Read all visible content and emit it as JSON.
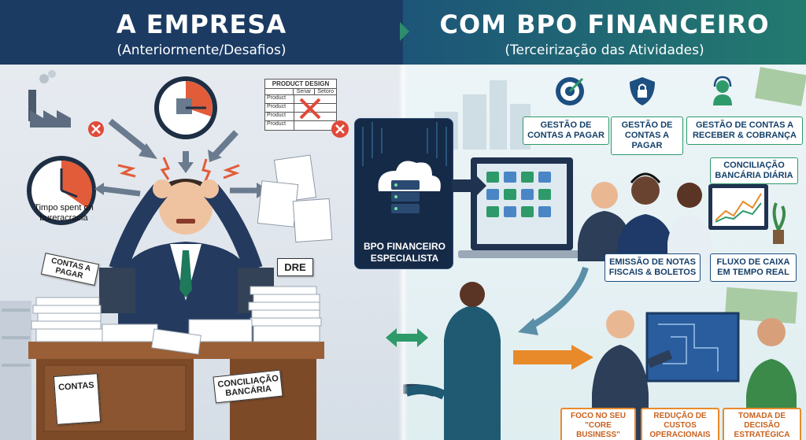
{
  "left": {
    "title": "A EMPRESA",
    "subtitle": "(Anteriormente/Desafios)",
    "product_table": {
      "header": "PRODUCT DESIGN",
      "cols": [
        "Senar",
        "Setoro"
      ],
      "rows": [
        "Product",
        "Product",
        "Product",
        "Product"
      ]
    },
    "clock_caption": "Timpo spent on bureracracia",
    "notes": {
      "contas_a_pagar": "CONTAS A PAGAR",
      "dre": "DRE",
      "contas": "CONTAS",
      "conciliacao": "CONCILIAÇÃO BANCÁRIA"
    }
  },
  "right": {
    "title": "COM BPO FINANCEIRO",
    "subtitle": "(Terceirização das Atividades)",
    "features": [
      {
        "label": "GESTÃO DE CONTAS A PAGAR",
        "icon": "target-icon"
      },
      {
        "label": "GESTÃO DE CONTAS A PAGAR",
        "icon": "shield-lock-icon"
      },
      {
        "label": "GESTÃO DE CONTAS A RECEBER & COBRANÇA",
        "icon": "headset-person-icon"
      }
    ],
    "conciliacao_diaria": "CONCILIAÇÃO BANCÁRIA DIÁRIA",
    "emissao": "EMISSÃO DE NOTAS FISCAIS & BOLETOS",
    "fluxo": "FLUXO DE CAIXA EM TEMPO REAL",
    "benefits": [
      "FOCO NO SEU \"CORE BUSINESS\"",
      "REDUÇÃO DE CUSTOS OPERACIONAIS",
      "TOMADA DE DECISÃO ESTRATÉGICA"
    ]
  },
  "center": {
    "bpo_label": "BPO FINANCEIRO ESPECIALISTA"
  },
  "colors": {
    "navy": "#1b3b63",
    "teal": "#237a6f",
    "orange": "#e98a2a",
    "green": "#2e9a6a"
  }
}
